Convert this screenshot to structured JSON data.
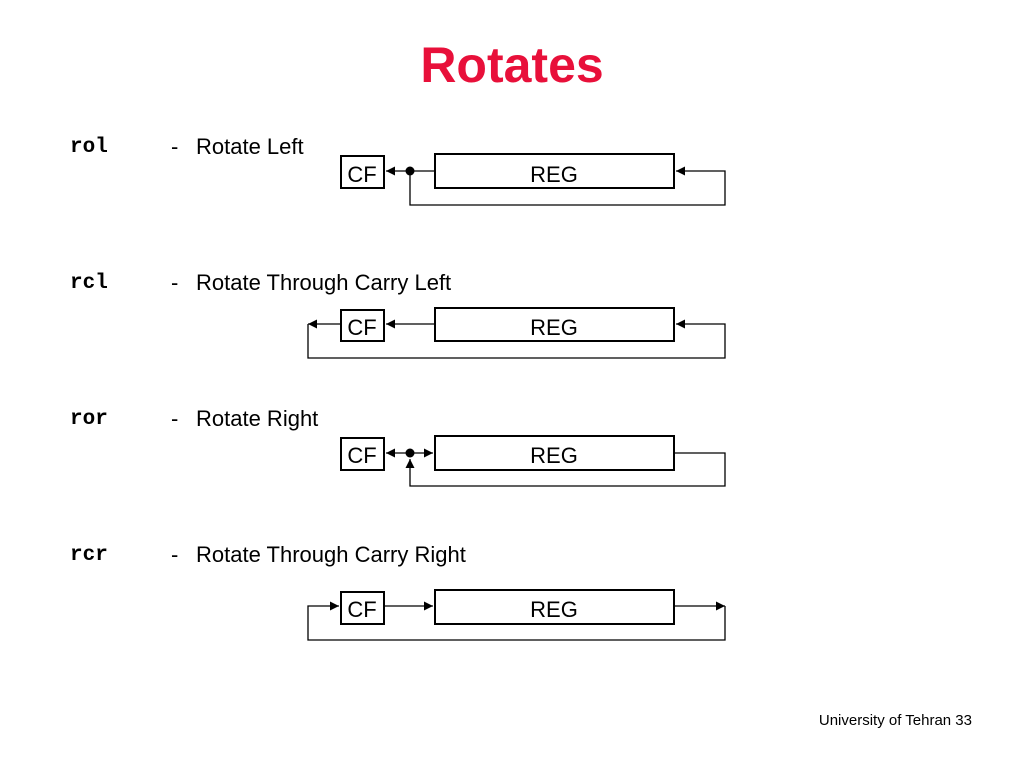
{
  "title": "Rotates",
  "instructions": [
    {
      "mnemonic": "rol",
      "dash": "-",
      "description": "Rotate Left",
      "cf_label": "CF",
      "reg_label": "REG"
    },
    {
      "mnemonic": "rcl",
      "dash": "-",
      "description": "Rotate Through Carry Left",
      "cf_label": "CF",
      "reg_label": "REG"
    },
    {
      "mnemonic": "ror",
      "dash": "-",
      "description": "Rotate Right",
      "cf_label": "CF",
      "reg_label": "REG"
    },
    {
      "mnemonic": "rcr",
      "dash": "-",
      "description": "Rotate Through Carry Right",
      "cf_label": "CF",
      "reg_label": "REG"
    }
  ],
  "footer": "University of Tehran 33",
  "colors": {
    "title": "#e8103a",
    "text": "#000000"
  }
}
